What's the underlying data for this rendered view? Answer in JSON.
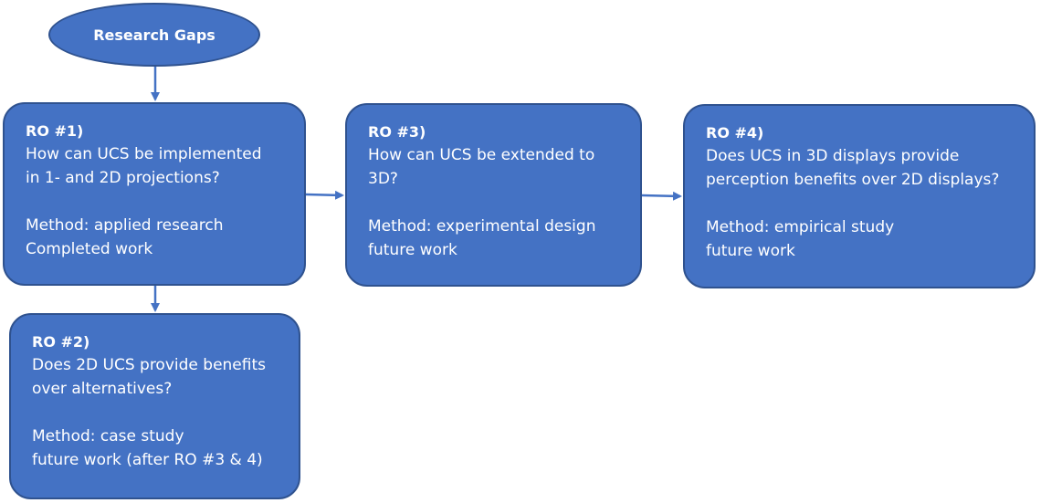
{
  "start": {
    "label": "Research Gaps"
  },
  "ro1": {
    "title": "RO #1)",
    "question": [
      "How can UCS be implemented",
      "in 1- and 2D projections?"
    ],
    "method": "Method: applied research",
    "status": "Completed work"
  },
  "ro2": {
    "title": "RO #2)",
    "question": [
      "Does 2D UCS provide benefits",
      "over alternatives?"
    ],
    "method": "Method: case study",
    "status": "future work (after RO #3 & 4)"
  },
  "ro3": {
    "title": "RO #3)",
    "question": [
      "How can UCS be extended to",
      "3D?"
    ],
    "method": "Method: experimental design",
    "status": "future work"
  },
  "ro4": {
    "title": "RO #4)",
    "question": [
      "Does UCS in 3D displays provide",
      "perception benefits over 2D displays?"
    ],
    "method": "Method: empirical study",
    "status": "future work"
  },
  "colors": {
    "fill": "#4472c4",
    "stroke": "#2f528f",
    "arrow": "#4472c4",
    "text": "#ffffff"
  }
}
